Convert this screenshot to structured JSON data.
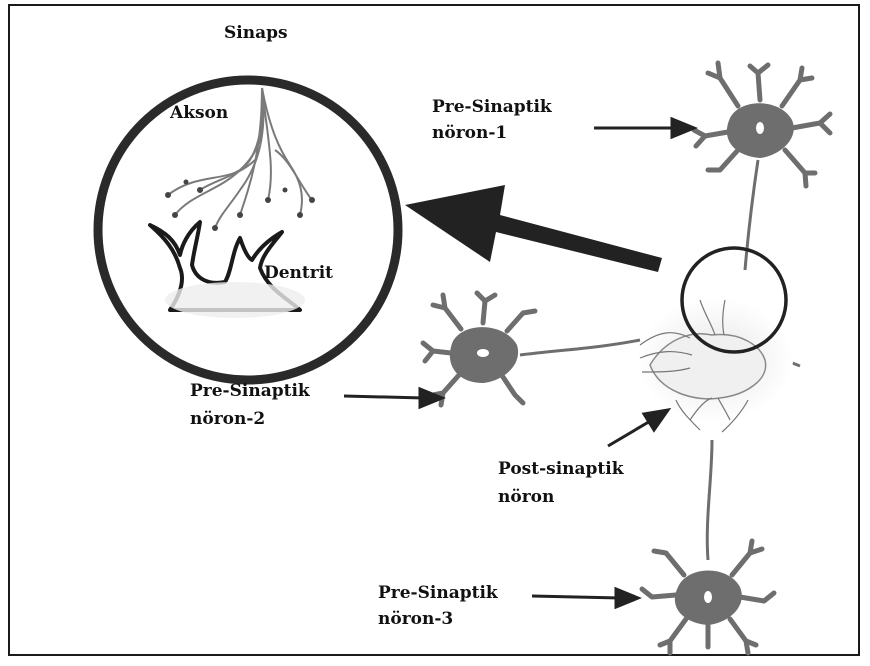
{
  "labels": {
    "synapse": "Sinaps",
    "axon": "Akson",
    "dendrite": "Dentrit",
    "pre1_line1": "Pre-Sinaptik",
    "pre1_line2": "nöron-1",
    "pre2_line1": "Pre-Sinaptik",
    "pre2_line2": "nöron-2",
    "post_line1": "Post-sinaptik",
    "post_line2": "nöron",
    "pre3_line1": "Pre-Sinaptik",
    "pre3_line2": "nöron-3"
  },
  "colors": {
    "neuron": "#6e6e6e",
    "outline": "#1a1a1a",
    "background": "#ffffff"
  }
}
